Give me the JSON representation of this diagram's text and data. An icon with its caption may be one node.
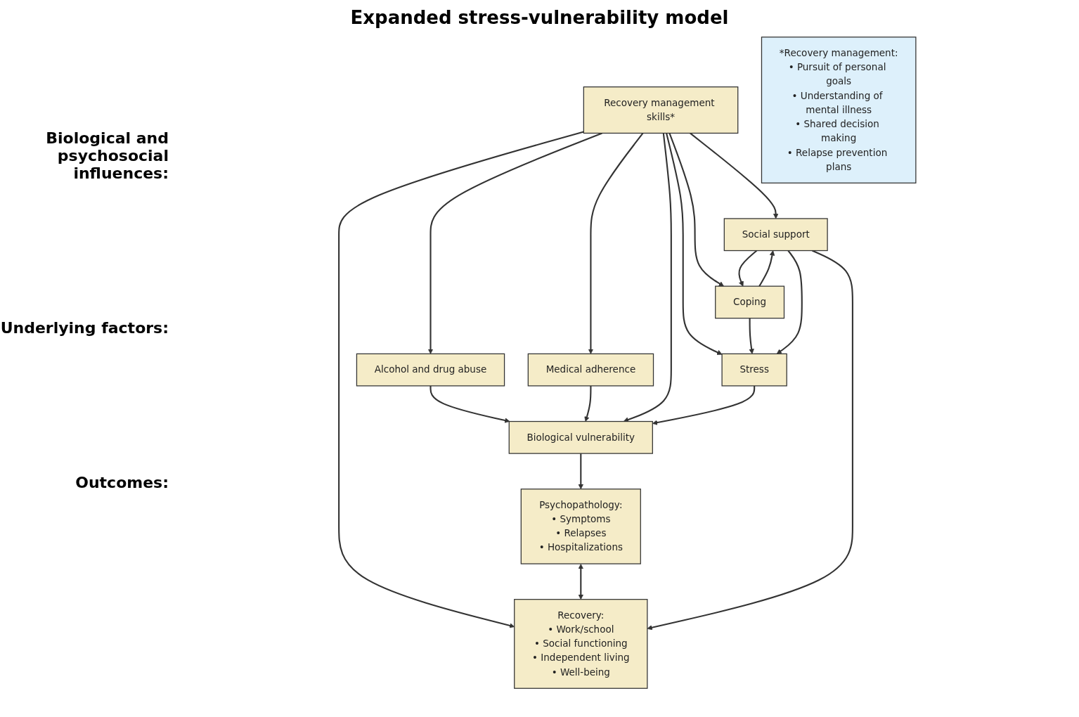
{
  "diagram": {
    "title": "Expanded stress-vulnerability model",
    "nodes": [
      {
        "text": [
          "Alcohol and drug abuse"
        ]
      },
      {
        "text": [
          "Medical adherence"
        ]
      },
      {
        "text": [
          "Recovery management skills*"
        ]
      },
      {
        "text": [
          "Coping"
        ]
      },
      {
        "text": [
          "Social support"
        ]
      },
      {
        "text": [
          "Biological vulnerability"
        ]
      },
      {
        "text": [
          "Stress"
        ]
      },
      {
        "text": [
          "Psychopathology:",
          "• Symptoms",
          "• Relapses",
          "• Hospitalizations"
        ]
      },
      {
        "text": [
          "Recovery:",
          "• Work/school",
          "• Social functioning",
          "• Independent living",
          "• Well-being"
        ]
      },
      {
        "text": [
          "*Recovery management:",
          "• Pursuit of personal goals",
          "• Understanding of mental illness",
          "• Shared decision making",
          "• Relapse prevention plans"
        ]
      }
    ],
    "edges": [
      {
        "from": 2,
        "to": 0,
        "arrow": "to"
      },
      {
        "from": 2,
        "to": 4,
        "arrow": "to"
      },
      {
        "from": 2,
        "to": 1,
        "arrow": "to"
      },
      {
        "from": 2,
        "to": 3,
        "arrow": "to"
      },
      {
        "from": 3,
        "to": 4,
        "arrow": "to"
      },
      {
        "from": 4,
        "to": 3,
        "arrow": "to"
      },
      {
        "from": 0,
        "to": 5,
        "arrow": "to"
      },
      {
        "from": 1,
        "to": 5,
        "arrow": "to"
      },
      {
        "from": 2,
        "to": 5,
        "arrow": "to"
      },
      {
        "from": 2,
        "to": 6,
        "arrow": "to"
      },
      {
        "from": 3,
        "to": 6,
        "arrow": "to"
      },
      {
        "from": 4,
        "to": 6,
        "arrow": "to"
      },
      {
        "from": 6,
        "to": 5,
        "arrow": "to"
      },
      {
        "from": 5,
        "to": 7,
        "arrow": "to"
      },
      {
        "from": 2,
        "to": 8,
        "arrow": "to"
      },
      {
        "from": 7,
        "to": 8,
        "arrow": "both"
      },
      {
        "from": 4,
        "to": 8,
        "arrow": "to"
      }
    ],
    "labels": [
      "Biological and psychosocial influences:",
      "Underlying factors:",
      "Outcomes:"
    ]
  }
}
